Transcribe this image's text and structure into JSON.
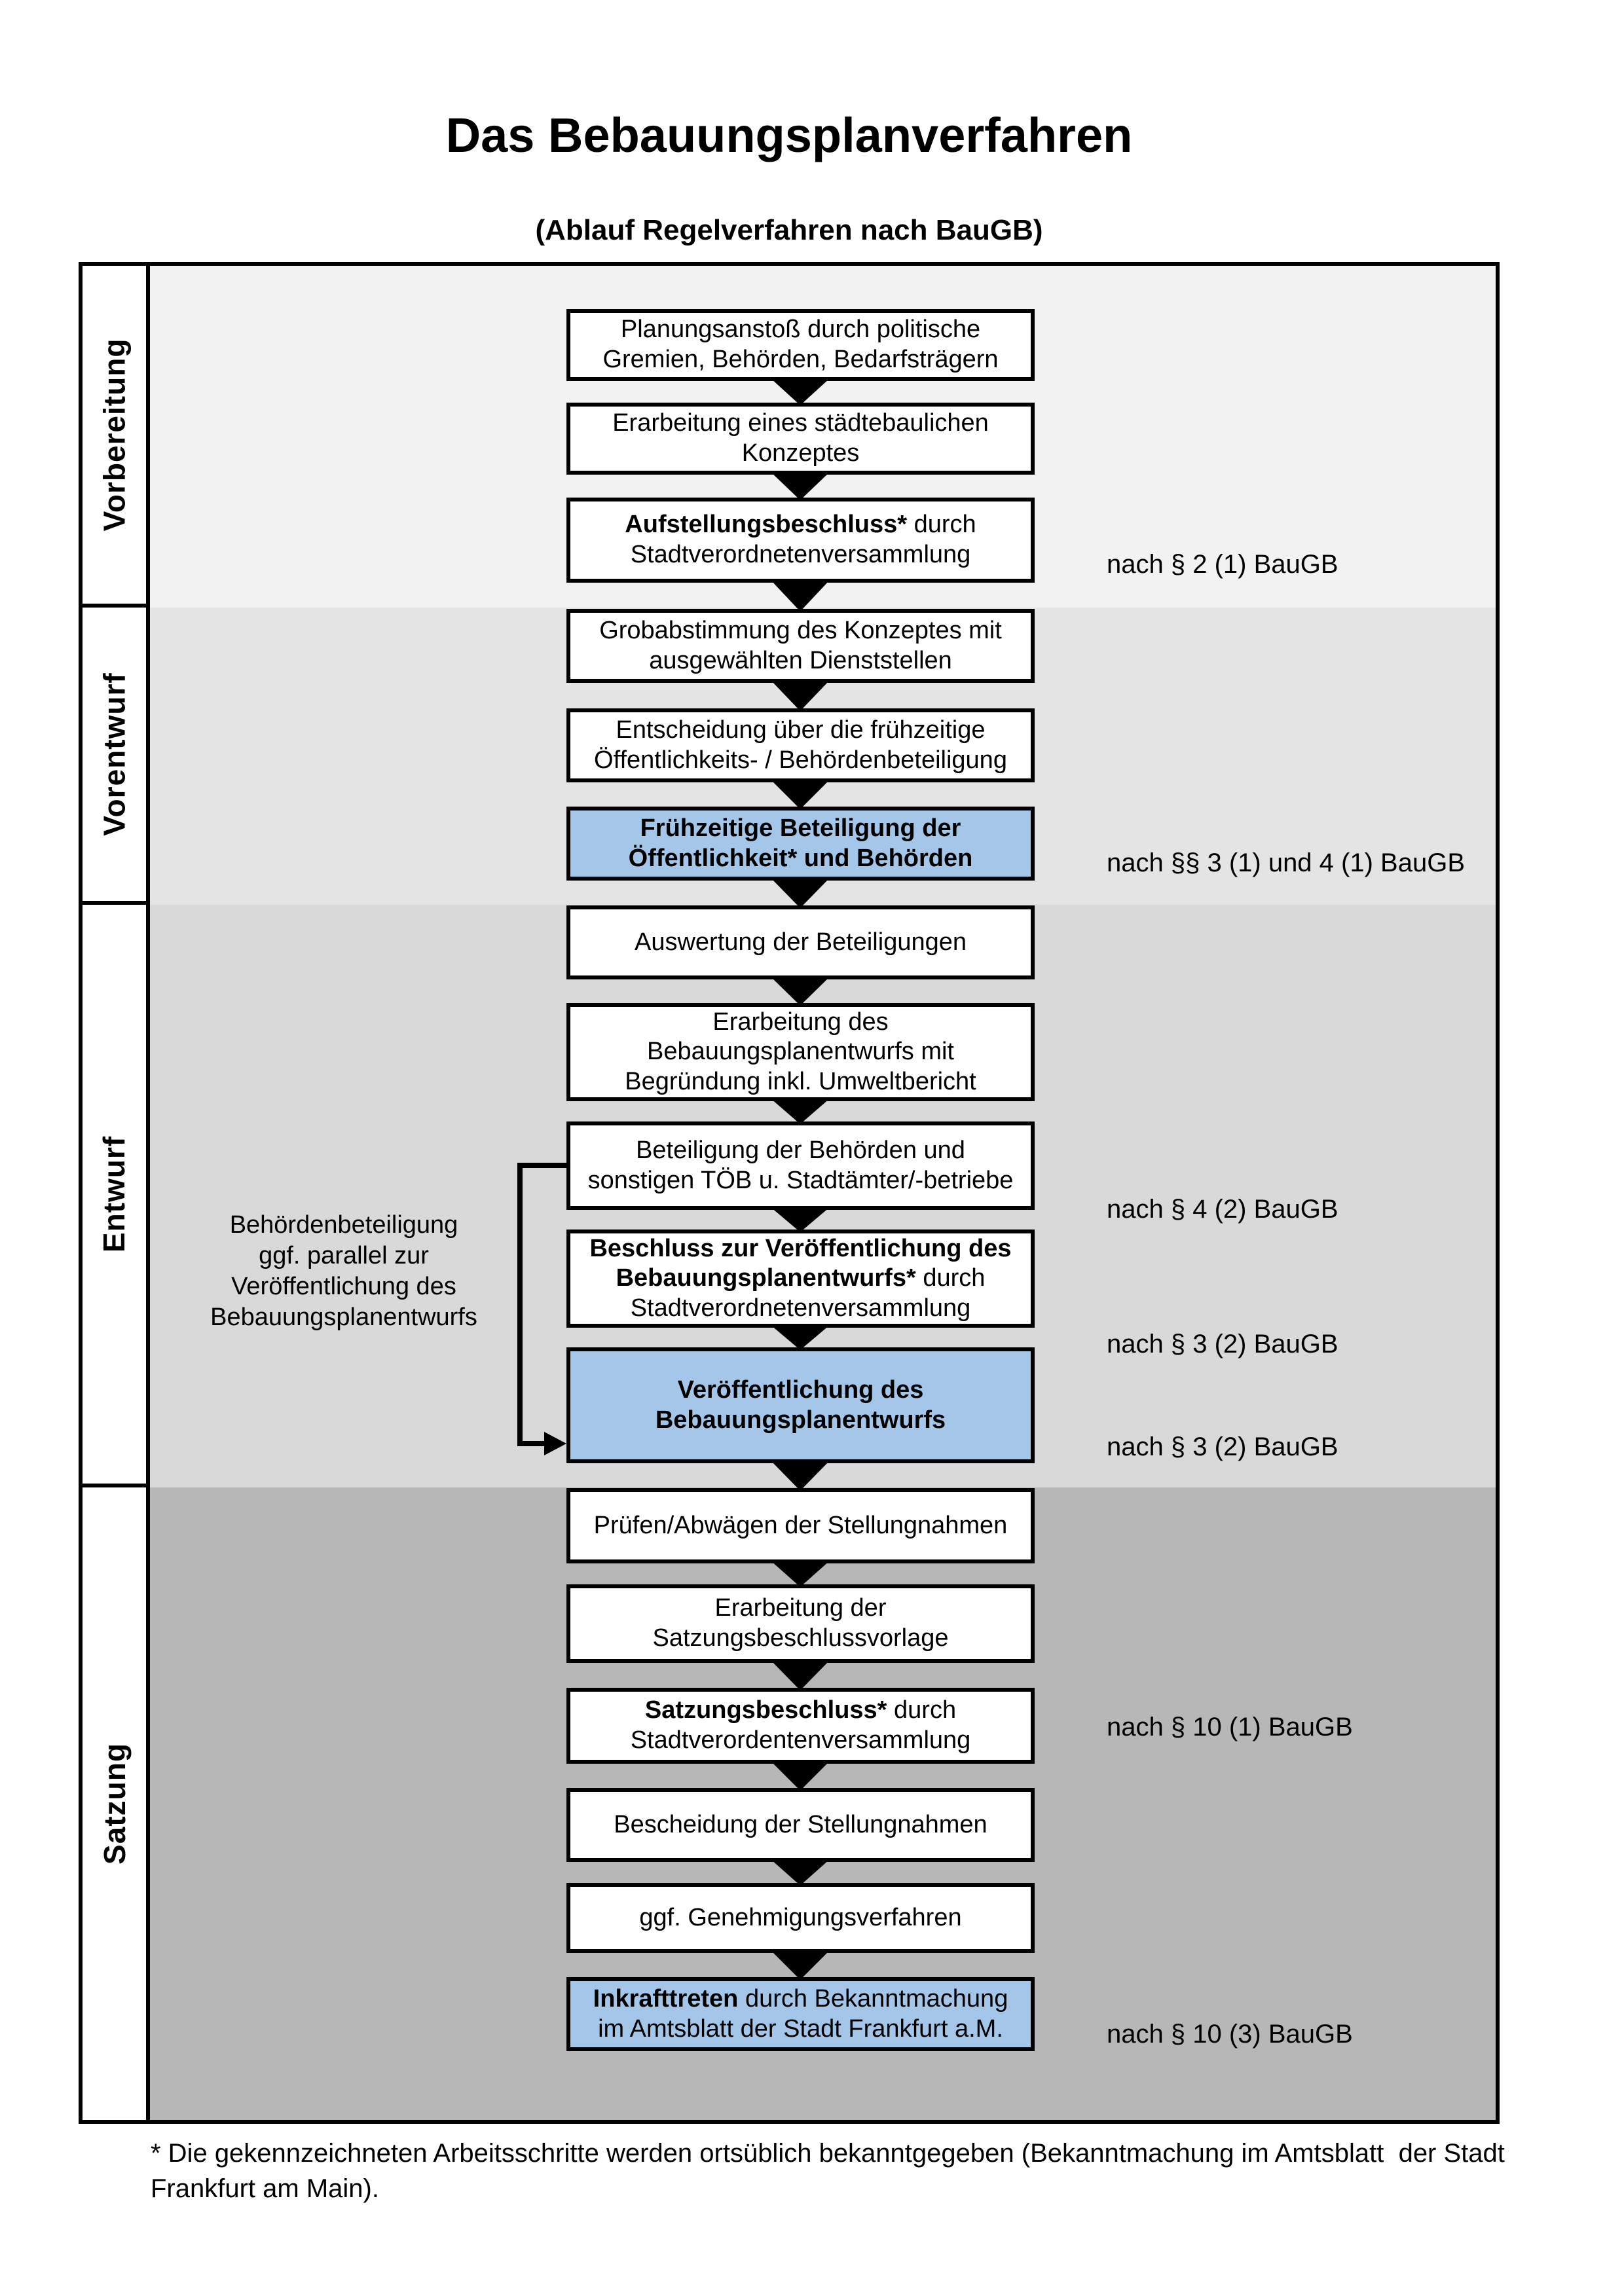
{
  "header": {
    "title": "Das Bebauungsplanverfahren",
    "subtitle": "(Ablauf Regelverfahren nach BauGB)"
  },
  "colors": {
    "highlight_fill": "#a4c6e8",
    "border": "#000000",
    "band_colors": [
      "#f2f2f2",
      "#e4e4e4",
      "#d9d9d9",
      "#b7b7b7"
    ]
  },
  "phases": [
    {
      "label": "Vorbereitung",
      "steps": [
        {
          "highlight": false,
          "note": null,
          "lines": [
            [
              {
                "t": "Planungsanstoß durch politische",
                "b": false
              }
            ],
            [
              {
                "t": "Gremien, Behörden, Bedarfsträgern",
                "b": false
              }
            ]
          ]
        },
        {
          "highlight": false,
          "note": null,
          "lines": [
            [
              {
                "t": "Erarbeitung eines städtebaulichen",
                "b": false
              }
            ],
            [
              {
                "t": "Konzeptes",
                "b": false
              }
            ]
          ]
        },
        {
          "highlight": false,
          "note": "nach § 2 (1) BauGB",
          "lines": [
            [
              {
                "t": "Aufstellungsbeschluss*",
                "b": true
              },
              {
                "t": " durch",
                "b": false
              }
            ],
            [
              {
                "t": "Stadtverordnetenversammlung",
                "b": false
              }
            ]
          ]
        }
      ]
    },
    {
      "label": "Vorentwurf",
      "steps": [
        {
          "highlight": false,
          "note": null,
          "lines": [
            [
              {
                "t": "Grobabstimmung des Konzeptes mit",
                "b": false
              }
            ],
            [
              {
                "t": "ausgewählten Dienststellen",
                "b": false
              }
            ]
          ]
        },
        {
          "highlight": false,
          "note": null,
          "lines": [
            [
              {
                "t": "Entscheidung über die frühzeitige",
                "b": false
              }
            ],
            [
              {
                "t": "Öffentlichkeits- / Behördenbeteiligung",
                "b": false
              }
            ]
          ]
        },
        {
          "highlight": true,
          "note": "nach §§ 3 (1) und 4 (1) BauGB",
          "lines": [
            [
              {
                "t": "Frühzeitige Beteiligung der",
                "b": true
              }
            ],
            [
              {
                "t": "Öffentlichkeit* und Behörden",
                "b": true
              }
            ]
          ]
        }
      ]
    },
    {
      "label": "Entwurf",
      "steps": [
        {
          "highlight": false,
          "note": null,
          "lines": [
            [
              {
                "t": "Auswertung der Beteiligungen",
                "b": false
              }
            ]
          ]
        },
        {
          "highlight": false,
          "note": null,
          "lines": [
            [
              {
                "t": "Erarbeitung des",
                "b": false
              }
            ],
            [
              {
                "t": "Bebauungsplanentwurfs mit",
                "b": false
              }
            ],
            [
              {
                "t": "Begründung inkl. Umweltbericht",
                "b": false
              }
            ]
          ]
        },
        {
          "highlight": false,
          "note": "nach § 4 (2) BauGB",
          "lines": [
            [
              {
                "t": "Beteiligung der Behörden und",
                "b": false
              }
            ],
            [
              {
                "t": "sonstigen TÖB u. Stadtämter/-betriebe",
                "b": false
              }
            ]
          ]
        },
        {
          "highlight": false,
          "note": "nach § 3 (2) BauGB",
          "lines": [
            [
              {
                "t": "Beschluss zur Veröffentlichung des",
                "b": true
              }
            ],
            [
              {
                "t": "Bebauungsplanentwurfs*",
                "b": true
              },
              {
                "t": " durch",
                "b": false
              }
            ],
            [
              {
                "t": "Stadtverordnetenversammlung",
                "b": false
              }
            ]
          ]
        },
        {
          "highlight": true,
          "note": "nach § 3 (2) BauGB",
          "lines": [
            [
              {
                "t": "Veröffentlichung des",
                "b": true
              }
            ],
            [
              {
                "t": "Bebauungsplanentwurfs",
                "b": true
              }
            ]
          ]
        }
      ]
    },
    {
      "label": "Satzung",
      "steps": [
        {
          "highlight": false,
          "note": null,
          "lines": [
            [
              {
                "t": "Prüfen/Abwägen der Stellungnahmen",
                "b": false
              }
            ]
          ]
        },
        {
          "highlight": false,
          "note": null,
          "lines": [
            [
              {
                "t": "Erarbeitung der",
                "b": false
              }
            ],
            [
              {
                "t": "Satzungsbeschlussvorlage",
                "b": false
              }
            ]
          ]
        },
        {
          "highlight": false,
          "note": "nach § 10 (1) BauGB",
          "lines": [
            [
              {
                "t": "Satzungsbeschluss*",
                "b": true
              },
              {
                "t": " durch",
                "b": false
              }
            ],
            [
              {
                "t": "Stadtverordentenversammlung",
                "b": false
              }
            ]
          ]
        },
        {
          "highlight": false,
          "note": null,
          "lines": [
            [
              {
                "t": "Bescheidung der Stellungnahmen",
                "b": false
              }
            ]
          ]
        },
        {
          "highlight": false,
          "note": null,
          "lines": [
            [
              {
                "t": "ggf. Genehmigungsverfahren",
                "b": false
              }
            ]
          ]
        },
        {
          "highlight": true,
          "note": "nach § 10 (3) BauGB",
          "lines": [
            [
              {
                "t": "Inkrafttreten",
                "b": true
              },
              {
                "t": " durch Bekanntmachung",
                "b": false
              }
            ],
            [
              {
                "t": "im Amtsblatt der Stadt Frankfurt a.M.",
                "b": false
              }
            ]
          ]
        }
      ]
    }
  ],
  "annotation": {
    "lines": [
      "Behördenbeteiligung",
      "ggf. parallel zur",
      "Veröffentlichung des",
      "Bebauungsplanentwurfs"
    ]
  },
  "footnote": {
    "text": "* Die gekennzeichneten Arbeitsschritte werden ortsüblich bekanntgegeben (Bekanntmachung im Amtsblatt  der Stadt\nFrankfurt am Main)."
  }
}
